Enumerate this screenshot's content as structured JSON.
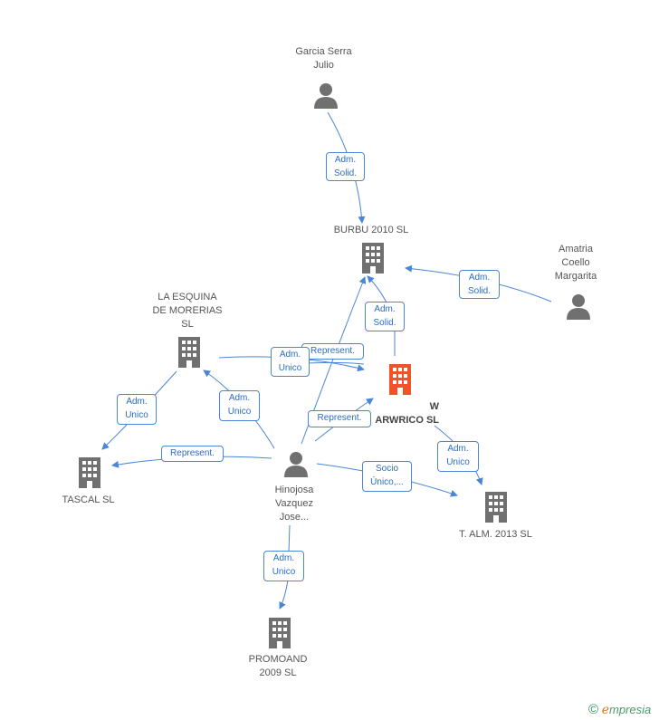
{
  "nodes": {
    "garcia": {
      "label": "Garcia Serra\nJulio",
      "type": "person"
    },
    "burbu": {
      "label": "BURBU 2010 SL",
      "type": "company"
    },
    "amatria": {
      "label": "Amatria\nCoello\nMargarita",
      "type": "person"
    },
    "esquina": {
      "label": "LA ESQUINA\nDE MORERIAS\nSL",
      "type": "company"
    },
    "warwrico": {
      "label": "W\nARWRICO SL",
      "type": "company-main"
    },
    "tascal": {
      "label": "TASCAL SL",
      "type": "company"
    },
    "hinojosa": {
      "label": "Hinojosa\nVazquez\nJose...",
      "type": "person"
    },
    "talm": {
      "label": "T.  ALM. 2013 SL",
      "type": "company"
    },
    "promoand": {
      "label": "PROMOAND\n2009 SL",
      "type": "company"
    }
  },
  "relations": {
    "garcia_burbu": "Adm.\nSolid.",
    "amatria_burbu": "Adm.\nSolid.",
    "warwrico_burbu": "Adm.\nSolid.",
    "esquina_warwrico_rep": "Represent.",
    "esquina_warwrico_adm": "Adm.\nUnico",
    "esquina_tascal": "Adm.\nUnico",
    "hinojosa_esquina": "Adm.\nUnico",
    "hinojosa_warwrico": "Represent.",
    "hinojosa_tascal": "Represent.",
    "hinojosa_talm": "Socio\nÚnico,...",
    "warwrico_talm": "Adm.\nUnico",
    "hinojosa_promoand": "Adm.\nUnico"
  },
  "colors": {
    "edge": "#4a86d6",
    "icon": "#707070",
    "main_icon": "#f0522a"
  },
  "footer": {
    "copyright": "©",
    "brand_e": "e",
    "brand_rest": "mpresia"
  }
}
